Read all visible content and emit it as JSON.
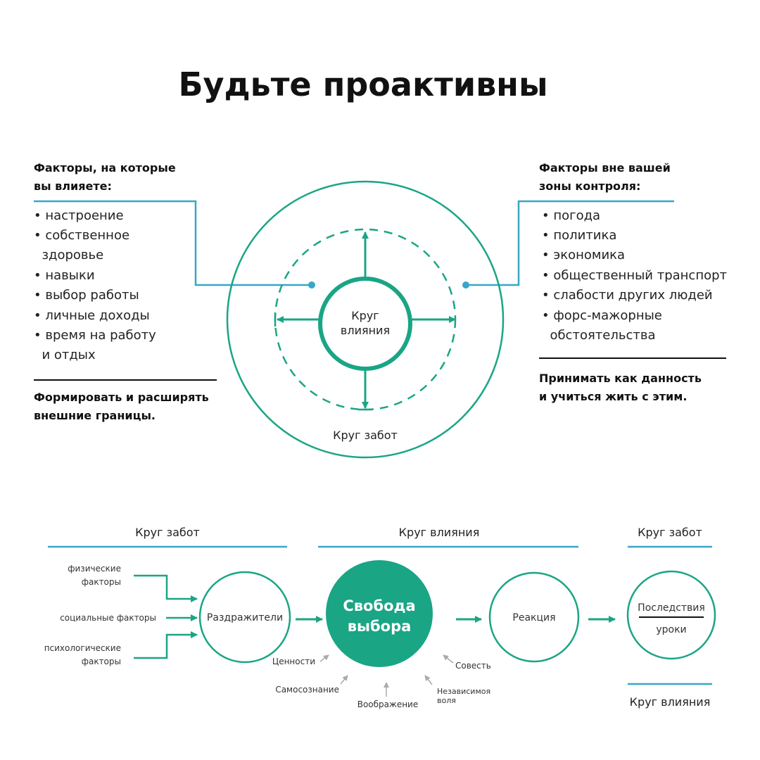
{
  "colors": {
    "accent": "#1aa585",
    "line": "#38a6c8",
    "text": "#111111",
    "arrow_gray": "#aaaaaa"
  },
  "title": "Будьте проактивны",
  "left_panel": {
    "heading": [
      "Факторы, на которые",
      "вы влияете:"
    ],
    "items": [
      "• настроение",
      "• собственное",
      "  здоровье",
      "• навыки",
      "• выбор работы",
      "• личные доходы",
      "• время на работу",
      "  и отдых"
    ],
    "conclusion": [
      "Формировать и расширять",
      "внешние границы."
    ]
  },
  "right_panel": {
    "heading": [
      "Факторы вне вашей",
      "зоны контроля:"
    ],
    "items": [
      "• погода",
      "• политика",
      "• экономика",
      "• общественный транспорт",
      "• слабости других людей",
      "• форс-мажорные",
      "  обстоятельства"
    ],
    "conclusion": [
      "Принимать как данность",
      "и учиться жить с этим."
    ]
  },
  "circle_diagram": {
    "inner_label": [
      "Круг",
      "влияния"
    ],
    "outer_label": "Круг забот"
  },
  "flow": {
    "section_left": "Круг забот",
    "section_middle": "Круг влияния",
    "section_right": "Круг забот",
    "section_right_bottom": "Круг влияния",
    "factors": [
      [
        "физические",
        "факторы"
      ],
      [
        "социальные факторы"
      ],
      [
        "психологические",
        "факторы"
      ]
    ],
    "stimuli": "Раздражители",
    "freedom": [
      "Свобода",
      "выбора"
    ],
    "reaction": "Реакция",
    "consequences": "Последствия",
    "lessons": "уроки",
    "gifts": {
      "values": "Ценности",
      "self_awareness": "Самосознание",
      "imagination": "Воображение",
      "conscience": "Совесть",
      "free_will": [
        "Независимоя",
        "воля"
      ]
    }
  }
}
